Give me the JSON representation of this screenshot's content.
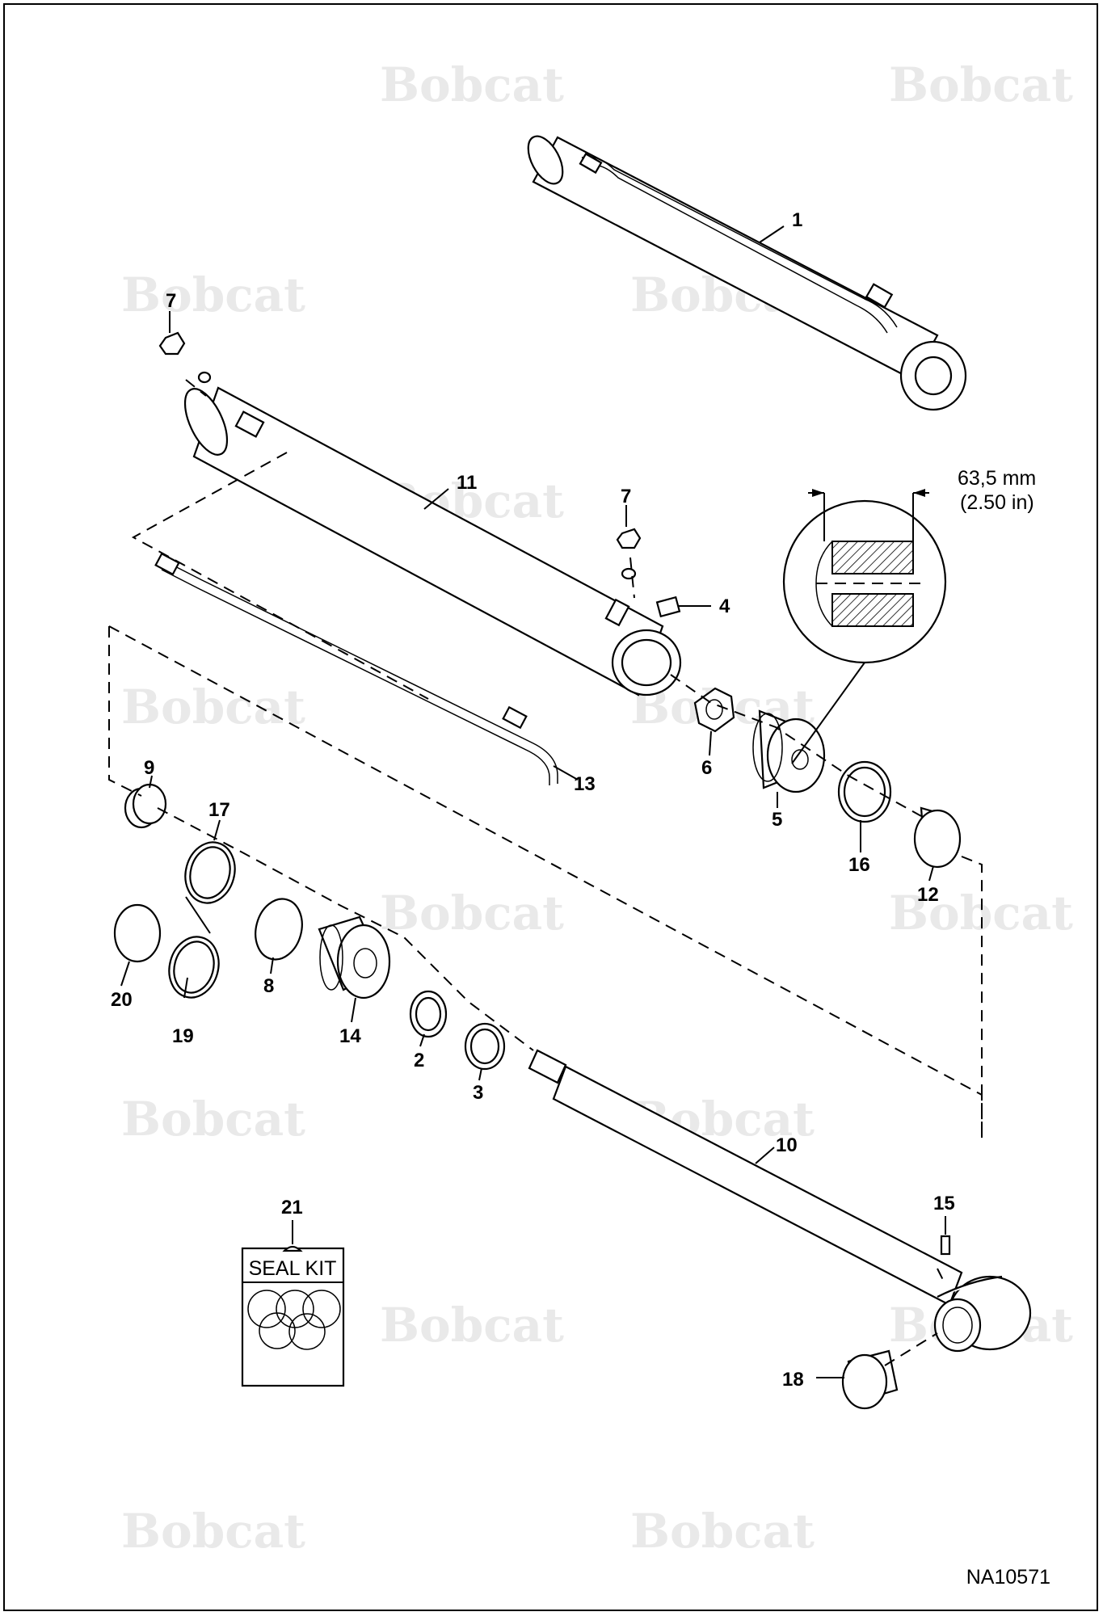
{
  "watermark": {
    "text": "Bobcat"
  },
  "diagram_id": "NA10571",
  "dimension": {
    "metric": "63,5 mm",
    "imperial": "(2.50 in)"
  },
  "seal_kit": {
    "label": "SEAL KIT"
  },
  "callouts": {
    "c1": "1",
    "c2": "2",
    "c3": "3",
    "c4": "4",
    "c5": "5",
    "c6": "6",
    "c7a": "7",
    "c7b": "7",
    "c8": "8",
    "c9": "9",
    "c10": "10",
    "c11": "11",
    "c12": "12",
    "c13": "13",
    "c14": "14",
    "c15": "15",
    "c16": "16",
    "c17": "17",
    "c18": "18",
    "c19": "19",
    "c20": "20",
    "c21": "21"
  }
}
